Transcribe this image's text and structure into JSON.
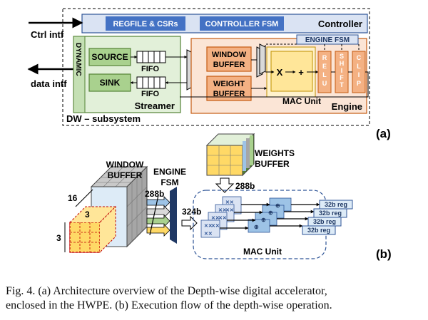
{
  "part_a": {
    "controller": "Controller",
    "regfile": "REGFILE & CSRs",
    "controller_fsm": "CONTROLLER FSM",
    "ctrl_intf": "Ctrl intf",
    "data_intf": "data intf",
    "dynamic": "DYNAMIC",
    "source": "SOURCE",
    "sink": "SINK",
    "fifo_top": "FIFO",
    "fifo_bottom": "FIFO",
    "streamer": "Streamer",
    "dw_subsystem": "DW – subsystem",
    "window_buffer_1": "WINDOW",
    "window_buffer_2": "BUFFER",
    "weight_buffer_1": "WEIGHT",
    "weight_buffer_2": "BUFFER",
    "engine_fsm": "ENGINE FSM",
    "mult": "X",
    "add": "+",
    "relu": [
      "R",
      "E",
      "L",
      "U"
    ],
    "shift": [
      "S",
      "H",
      "I",
      "F",
      "T"
    ],
    "clip": [
      "C",
      "L",
      "I",
      "P"
    ],
    "mac_unit": "MAC Unit",
    "engine": "Engine",
    "tag": "(a)"
  },
  "part_b": {
    "window_buffer_1": "WINDOW",
    "window_buffer_2": "BUFFER",
    "engine_fsm_1": "ENGINE",
    "engine_fsm_2": "FSM",
    "weights_1": "WEIGHTS",
    "weights_2": "BUFFER",
    "dim_16": "16",
    "dim_3a": "3",
    "dim_3b": "3",
    "bw_288_a": "288b",
    "bw_288_b": "288b",
    "bw_324": "324b",
    "regs": [
      "32b reg",
      "32b reg",
      "32b reg",
      "32b reg"
    ],
    "mac_unit": "MAC Unit",
    "tag": "(b)"
  },
  "caption": {
    "line1": "Fig. 4.   (a) Architecture overview of the Depth-wise digital accelerator,",
    "line2": "enclosed in the HWPE. (b) Execution flow of the depth-wise operation."
  },
  "colors": {
    "blue_block": "#4472c4",
    "controller_fill": "#dae3f3",
    "streamer_fill": "#e2f0d9",
    "green_block": "#a9d18e",
    "engine_fill": "#fbe5d6",
    "orange_block": "#f4b183",
    "mac_fill": "#fff2cc",
    "mac_core": "#ffe699",
    "fsm_dark": "#1f3864",
    "pe_blue": "#9dc3e6"
  }
}
